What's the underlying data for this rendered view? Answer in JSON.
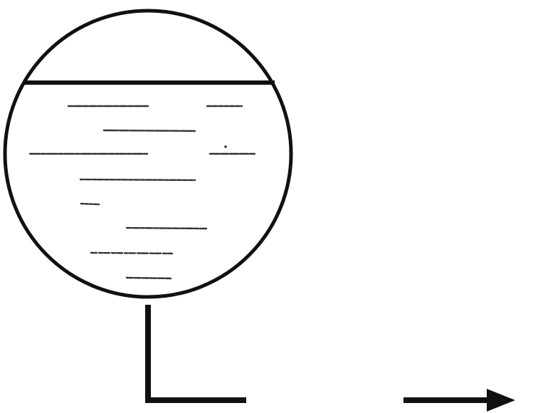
{
  "diagram": {
    "colors": {
      "background": "#ffffff",
      "ink": "#111111",
      "ripple": "#333333"
    },
    "components": [
      "spherical-tank",
      "liquid-level-line",
      "liquid-surface-ripples",
      "outlet-pipe",
      "flow-direction-arrow"
    ]
  }
}
